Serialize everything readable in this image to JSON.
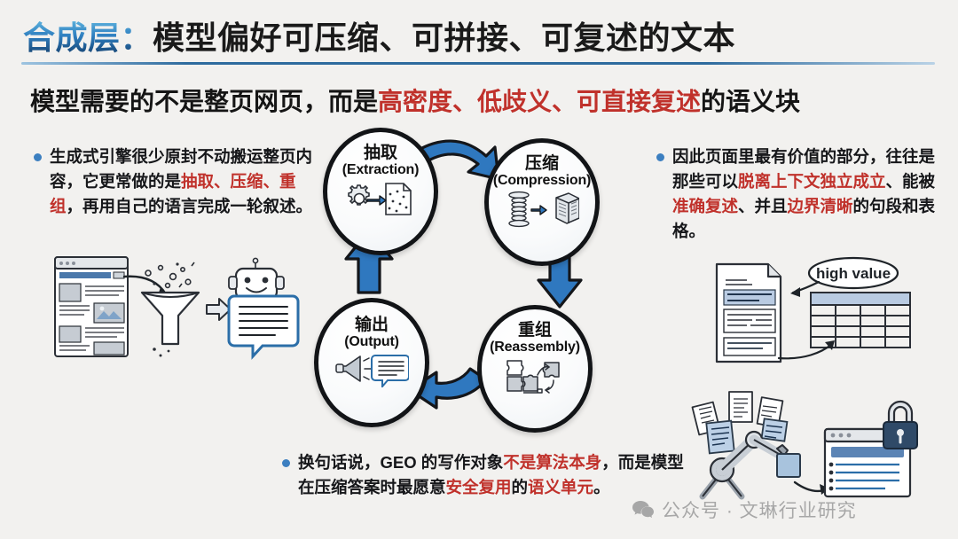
{
  "header": {
    "title_accent": "合成层：",
    "title_main": "模型偏好可压缩、可拼接、可复述的文本",
    "subtitle_pre": "模型需要的不是整页网页，而是",
    "subtitle_red": "高密度、低歧义、可直接复述",
    "subtitle_post": "的语义块",
    "accent_color": "#2f7fc0",
    "red_color": "#c0312b"
  },
  "bullets": {
    "left": {
      "seg1": "生成式引擎很少原封不动搬运整页内容，它更常做的是",
      "seg2_red": "抽取、压缩、重组",
      "seg3": "，再用自己的语言完成一轮叙述。"
    },
    "right": {
      "seg1": "因此页面里最有价值的部分，往往是那些可以",
      "seg2_red": "脱离上下文独立成立",
      "seg3": "、能被",
      "seg4_red": "准确复述",
      "seg5": "、并且",
      "seg6_red": "边界清晰",
      "seg7": "的句段和表格。"
    },
    "bottom": {
      "seg1": "换句话说，GEO 的写作对象",
      "seg2_red": "不是算法本身",
      "seg3": "，而是模型在压缩答案时最愿意",
      "seg4_red": "安全复用",
      "seg5": "的",
      "seg6_red": "语义单元",
      "seg7": "。"
    }
  },
  "cycle": {
    "nodes": [
      {
        "id": "extraction",
        "cn": "抽取",
        "en": "(Extraction)",
        "icon": "gear-document-icon"
      },
      {
        "id": "compression",
        "cn": "压缩",
        "en": "(Compression)",
        "icon": "stack-cube-icon"
      },
      {
        "id": "reassembly",
        "cn": "重组",
        "en": "(Reassembly)",
        "icon": "puzzle-pieces-icon"
      },
      {
        "id": "output",
        "cn": "输出",
        "en": "(Output)",
        "icon": "megaphone-bubble-icon"
      }
    ],
    "arrow_color": "#2f78bf"
  },
  "illustrations": {
    "funnel": {
      "name": "webpage-funnel-robot-illustration"
    },
    "doc_table": {
      "name": "document-table-illustration",
      "callout": "high value"
    },
    "robot_arm": {
      "name": "robot-arm-assembly-illustration"
    }
  },
  "watermark": {
    "icon": "wechat-icon",
    "text": "公众号 · 文琳行业研究"
  }
}
